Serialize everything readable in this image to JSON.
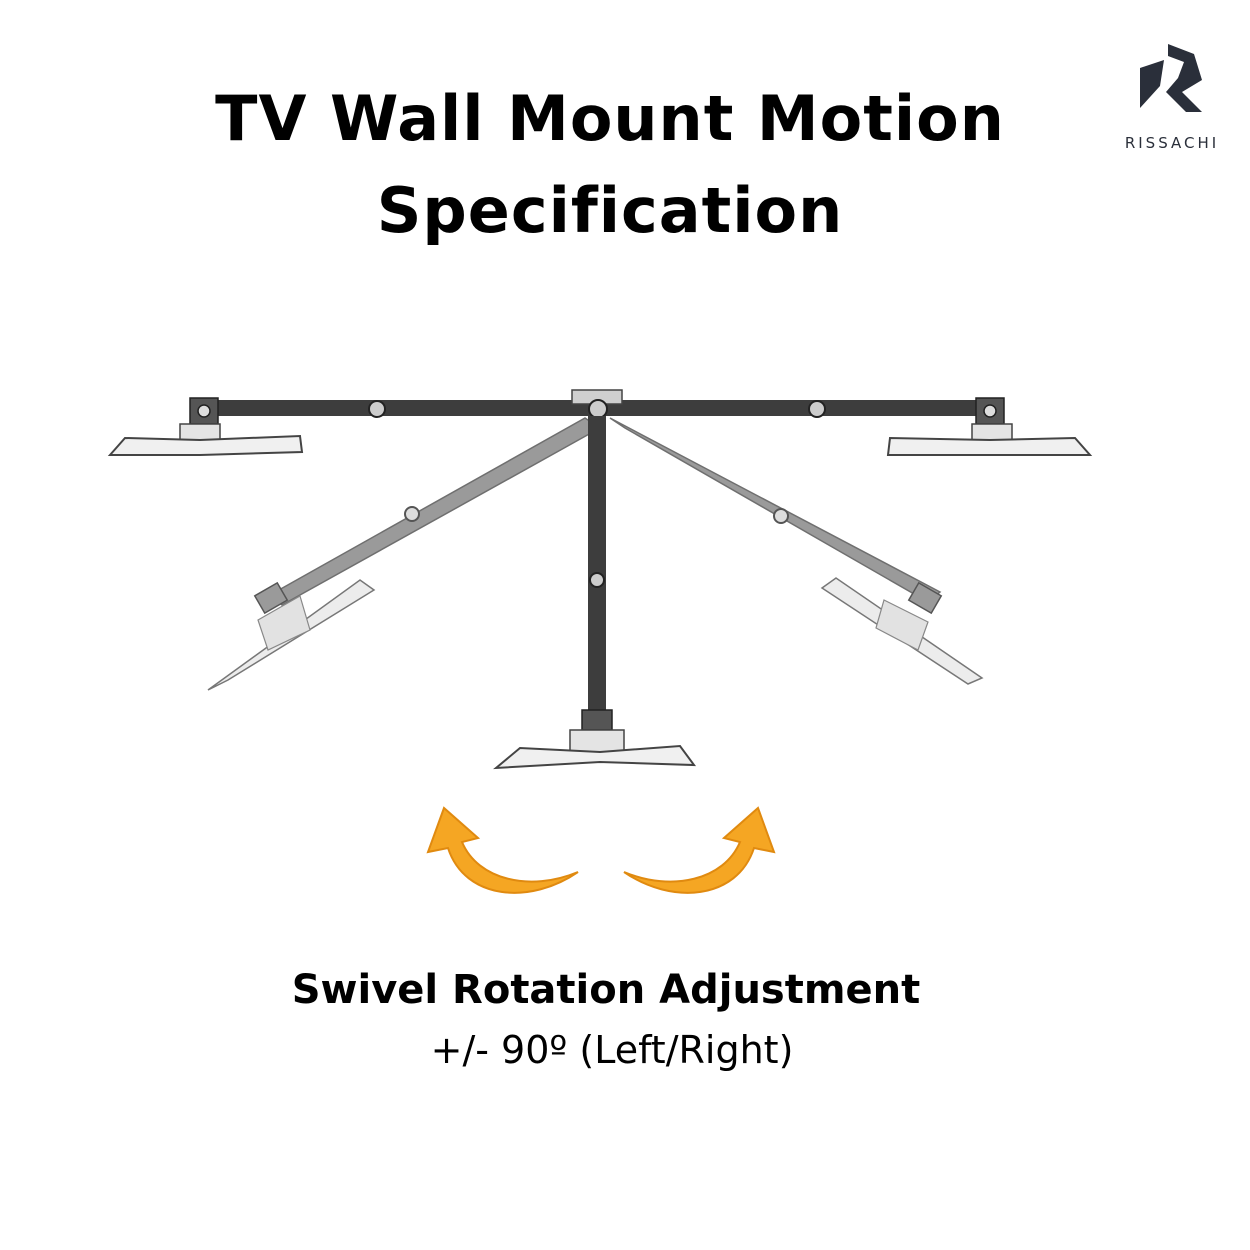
{
  "header": {
    "title_line1": "TV Wall Mount Motion",
    "title_line2": "Specification"
  },
  "brand": {
    "name": "RISSACHI",
    "color": "#2a2f3a"
  },
  "diagram": {
    "arm_color": "#3d3d3d",
    "faded_arm_color": "#8f8f8f",
    "arrow_color": "#f5a623"
  },
  "caption": {
    "title": "Swivel Rotation Adjustment",
    "value": "+/- 90º (Left/Right)"
  }
}
